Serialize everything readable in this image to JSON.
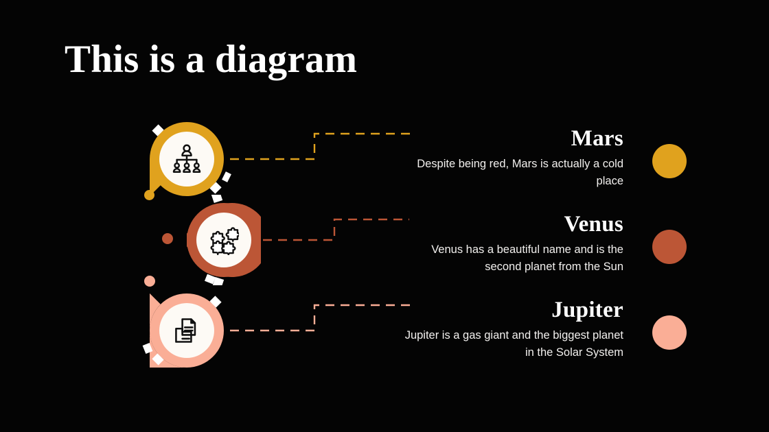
{
  "slide": {
    "title": "This is a diagram",
    "background_color": "#040404",
    "text_color": "#ffffff"
  },
  "palette": {
    "mars": "#E0A21E",
    "venus": "#BC5636",
    "jupiter": "#FAAE96",
    "icon_disc": "#FDFAF5",
    "tick": "#FFFFFF"
  },
  "items": [
    {
      "id": "mars",
      "title": "Mars",
      "description": "Despite being red, Mars is actually a cold place",
      "color": "#E0A21E",
      "icon": "org-chart-icon",
      "badge_shape": "bubble-corner-bottom-left",
      "deco_dot_color": "#E0A21E"
    },
    {
      "id": "venus",
      "title": "Venus",
      "description": "Venus has a beautiful name and is the second planet from the Sun",
      "color": "#BC5636",
      "icon": "puzzle-pieces-icon",
      "badge_shape": "pin-point-left",
      "deco_dot_color": "#BC5636"
    },
    {
      "id": "jupiter",
      "title": "Jupiter",
      "description": "Jupiter is a gas giant and the biggest planet in the Solar System",
      "color": "#FAAE96",
      "icon": "file-box-icon",
      "badge_shape": "bubble-corner-top-left",
      "deco_dot_color": "#FAAE96"
    }
  ]
}
